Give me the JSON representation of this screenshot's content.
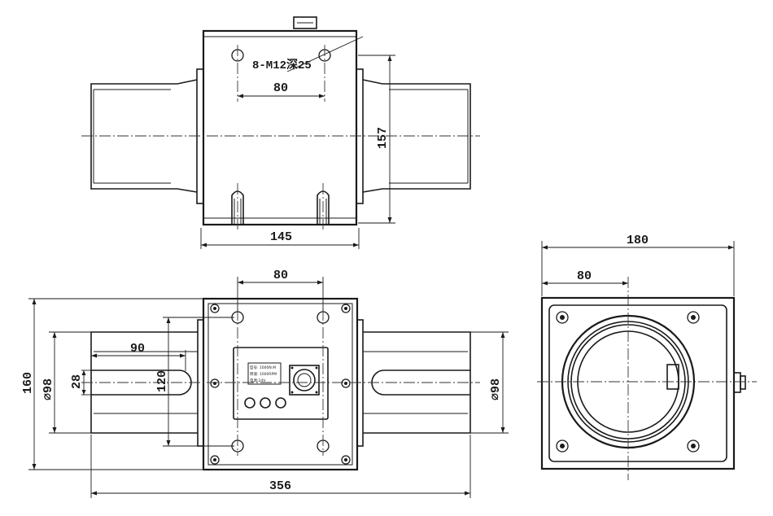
{
  "top_view": {
    "thread_note": "8-M12深25",
    "dim_hole_spacing": "80",
    "dim_body_length": "145",
    "dim_height": "157"
  },
  "front_view": {
    "dim_hole_spacing": "80",
    "dim_slot_length": "90",
    "dim_slot_width": "28",
    "dim_inner_height": "120",
    "dim_total_height": "160",
    "dim_shaft_diameter_left": "⌀98",
    "dim_shaft_diameter_right": "⌀98",
    "dim_total_length": "356",
    "label_lines": [
      "型号: 1000N.M",
      "转速: 1000RPM",
      "电源:24V"
    ]
  },
  "side_view": {
    "dim_width": "180",
    "dim_offset": "80"
  }
}
